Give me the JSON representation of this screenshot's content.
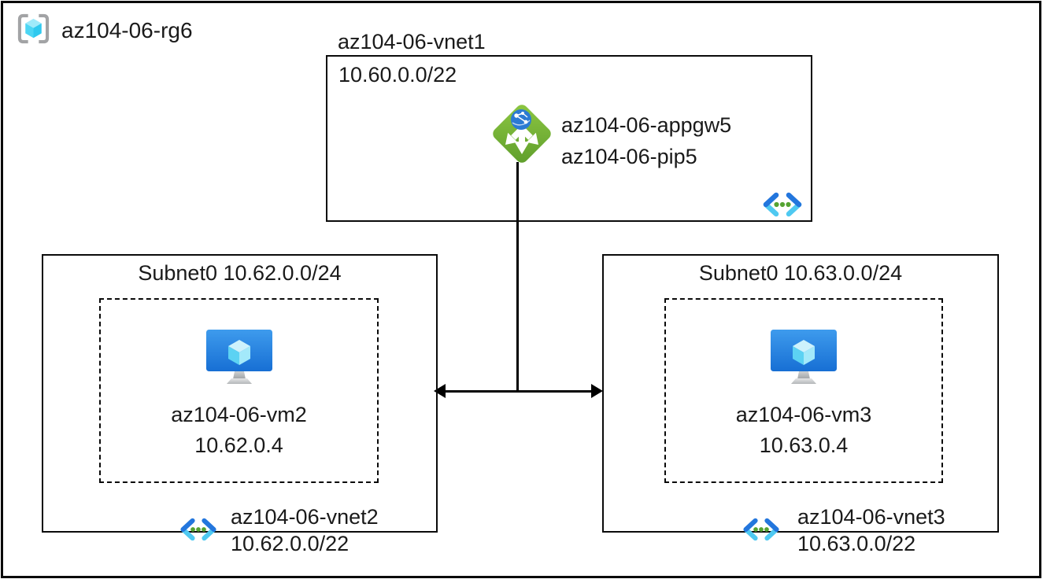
{
  "resource_group": {
    "label": "az104-06-rg6",
    "icon": "resource-group-icon"
  },
  "vnet1": {
    "name": "az104-06-vnet1",
    "address_space": "10.60.0.0/22",
    "app_gateway_name": "az104-06-appgw5",
    "public_ip_name": "az104-06-pip5",
    "icon": "virtual-network-icon"
  },
  "vnet2": {
    "subnet_label": "Subnet0 10.62.0.0/24",
    "vm_name": "az104-06-vm2",
    "vm_ip": "10.62.0.4",
    "name": "az104-06-vnet2",
    "address_space": "10.62.0.0/22",
    "icon": "virtual-network-icon"
  },
  "vnet3": {
    "subnet_label": "Subnet0 10.63.0.0/24",
    "vm_name": "az104-06-vm3",
    "vm_ip": "10.63.0.4",
    "name": "az104-06-vnet3",
    "address_space": "10.63.0.0/22",
    "icon": "virtual-network-icon"
  },
  "icons": {
    "resource_group": "gray-brackets-with-cyan-cube",
    "virtual_machine": "blue-monitor-with-cube",
    "application_gateway": "green-diamond-three-arrows-globe",
    "virtual_network": "blue-chevrons-with-green-dots",
    "peering_arrow": "double-headed-black-arrow"
  },
  "colors": {
    "background": "#ffffff",
    "line": "#000000",
    "text": "#1a1a1a",
    "appgw_green_light": "#8dc742",
    "appgw_green_dark": "#5f9e2c",
    "globe_blue": "#2b7ad3",
    "vm_screen_blue_light": "#3e9bed",
    "vm_screen_blue_dark": "#176fd4",
    "cube_top": "#cdf2fc",
    "cube_left": "#5cd2f3",
    "cube_right": "#a3e9fa",
    "vnet_chevron_dark": "#2376dd",
    "vnet_chevron_light": "#4fc9f1",
    "vnet_dot_green": "#55a332",
    "bracket_gray": "#a2a3a5"
  }
}
